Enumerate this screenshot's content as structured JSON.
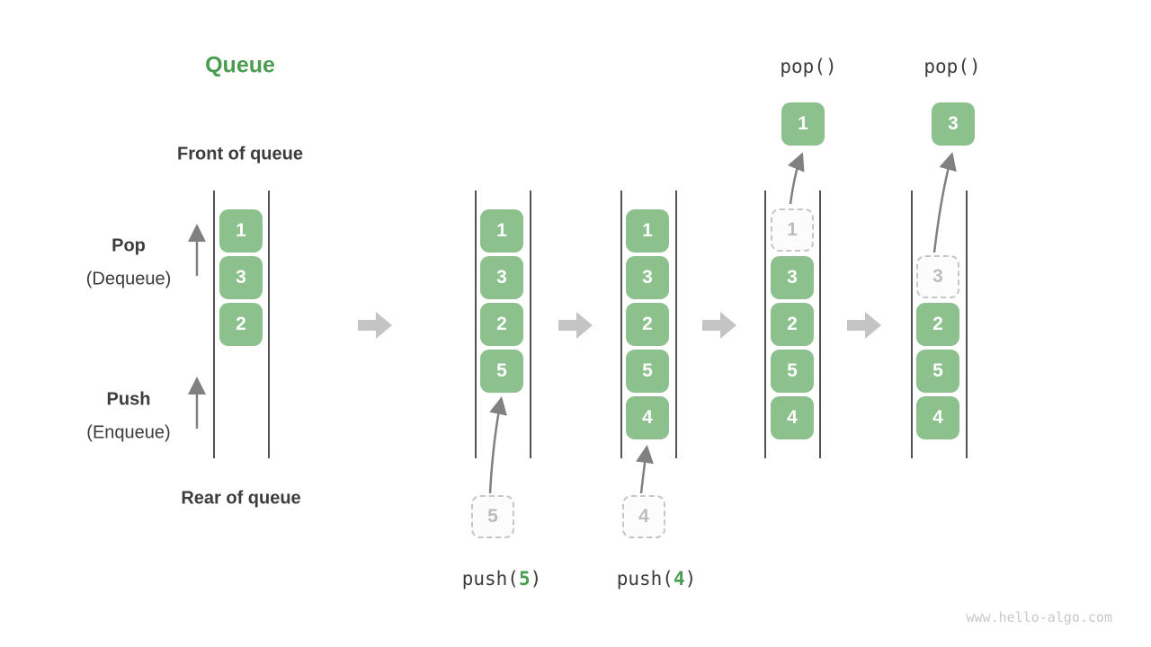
{
  "title": "Queue",
  "side_labels": {
    "front": "Front of queue",
    "rear": "Rear of queue",
    "pop": "Pop",
    "pop_sub": "(Dequeue)",
    "push": "Push",
    "push_sub": "(Enqueue)"
  },
  "operations": {
    "push5": {
      "fn": "push(",
      "arg": "5",
      "close": ")"
    },
    "push4": {
      "fn": "push(",
      "arg": "4",
      "close": ")"
    },
    "pop_first": "pop()",
    "pop_second": "pop()"
  },
  "states": {
    "col1": {
      "slots": [
        "1",
        "3",
        "2"
      ]
    },
    "col2": {
      "slots": [
        "1",
        "3",
        "2",
        "5"
      ],
      "incoming": "5"
    },
    "col3": {
      "slots": [
        "1",
        "3",
        "2",
        "5",
        "4"
      ],
      "incoming": "4"
    },
    "col4": {
      "ghost": "1",
      "slots": [
        "3",
        "2",
        "5",
        "4"
      ],
      "popped": "1"
    },
    "col5": {
      "ghost": "3",
      "slots": [
        "2",
        "5",
        "4"
      ],
      "popped": "3"
    }
  },
  "watermark": "www.hello-algo.com",
  "colors": {
    "box_green": "#8CC08C",
    "accent_green": "#4A9D50",
    "text_dark": "#3C3C3C",
    "queue_line": "#525252",
    "ghost_gray": "#BDBDBD",
    "block_arrow_gray": "#C4C4C4",
    "thin_arrow_gray": "#808080",
    "watermark_gray": "#C8C8C8"
  }
}
